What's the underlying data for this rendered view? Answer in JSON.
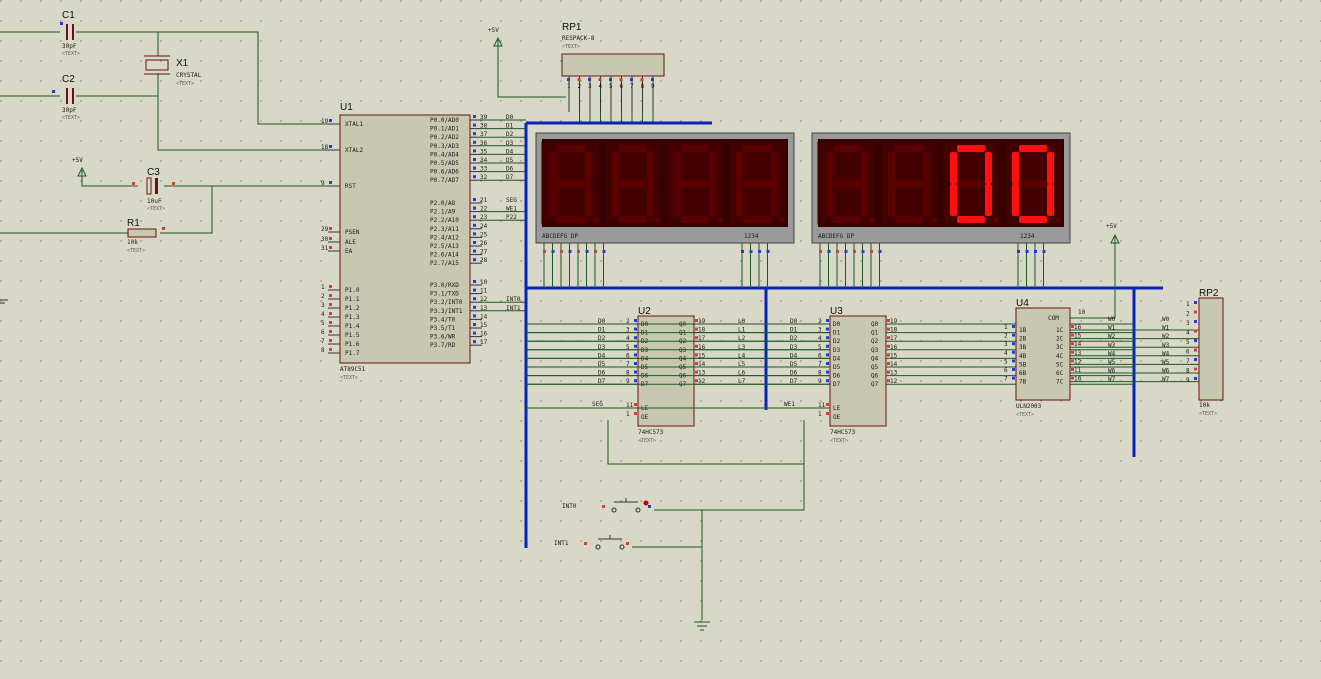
{
  "schematic": {
    "caps": [
      {
        "ref": "C1",
        "val": "30pF"
      },
      {
        "ref": "C2",
        "val": "30pF"
      },
      {
        "ref": "C3",
        "val": "10uF"
      }
    ],
    "crystal": {
      "ref": "X1",
      "val": "CRYSTAL"
    },
    "resistor": {
      "ref": "R1",
      "val": "10k"
    },
    "text_placeholder": "<TEXT>",
    "power_label": "+5V",
    "rp1": {
      "ref": "RP1",
      "val": "RESPACK-8",
      "pins": [
        "1",
        "2",
        "3",
        "4",
        "5",
        "6",
        "7",
        "8",
        "9"
      ]
    },
    "rp2": {
      "ref": "RP2",
      "val": "10k"
    },
    "u1": {
      "ref": "U1",
      "part": "AT89C51",
      "left_pins": [
        {
          "num": "19",
          "name": "XTAL1"
        },
        {
          "num": "18",
          "name": "XTAL2"
        },
        {
          "num": "9",
          "name": "RST"
        },
        {
          "num": "29",
          "name": "PSEN"
        },
        {
          "num": "30",
          "name": "ALE"
        },
        {
          "num": "31",
          "name": "EA"
        },
        {
          "num": "1",
          "name": "P1.0"
        },
        {
          "num": "2",
          "name": "P1.1"
        },
        {
          "num": "3",
          "name": "P1.2"
        },
        {
          "num": "4",
          "name": "P1.3"
        },
        {
          "num": "5",
          "name": "P1.4"
        },
        {
          "num": "6",
          "name": "P1.5"
        },
        {
          "num": "7",
          "name": "P1.6"
        },
        {
          "num": "8",
          "name": "P1.7"
        }
      ],
      "right_pins": [
        {
          "num": "39",
          "name": "P0.0/AD0",
          "net": "D0"
        },
        {
          "num": "38",
          "name": "P0.1/AD1",
          "net": "D1"
        },
        {
          "num": "37",
          "name": "P0.2/AD2",
          "net": "D2"
        },
        {
          "num": "36",
          "name": "P0.3/AD3",
          "net": "D3"
        },
        {
          "num": "35",
          "name": "P0.4/AD4",
          "net": "D4"
        },
        {
          "num": "34",
          "name": "P0.5/AD5",
          "net": "D5"
        },
        {
          "num": "33",
          "name": "P0.6/AD6",
          "net": "D6"
        },
        {
          "num": "32",
          "name": "P0.7/AD7",
          "net": "D7"
        },
        {
          "num": "21",
          "name": "P2.0/A8",
          "net": "SEG"
        },
        {
          "num": "22",
          "name": "P2.1/A9",
          "net": "WE1"
        },
        {
          "num": "23",
          "name": "P2.2/A10",
          "net": "P22"
        },
        {
          "num": "24",
          "name": "P2.3/A11",
          "net": ""
        },
        {
          "num": "25",
          "name": "P2.4/A12",
          "net": ""
        },
        {
          "num": "26",
          "name": "P2.5/A13",
          "net": ""
        },
        {
          "num": "27",
          "name": "P2.6/A14",
          "net": ""
        },
        {
          "num": "28",
          "name": "P2.7/A15",
          "net": ""
        },
        {
          "num": "10",
          "name": "P3.0/RXD",
          "net": ""
        },
        {
          "num": "11",
          "name": "P3.1/TXD",
          "net": ""
        },
        {
          "num": "12",
          "name": "P3.2/INT0",
          "net": "INT0"
        },
        {
          "num": "13",
          "name": "P3.3/INT1",
          "net": "INT1"
        },
        {
          "num": "14",
          "name": "P3.4/T0",
          "net": ""
        },
        {
          "num": "15",
          "name": "P3.5/T1",
          "net": ""
        },
        {
          "num": "16",
          "name": "P3.6/WR",
          "net": ""
        },
        {
          "num": "17",
          "name": "P3.7/RD",
          "net": ""
        }
      ]
    },
    "u2": {
      "ref": "U2",
      "part": "74HC573",
      "le_net": "SEG",
      "outs": [
        "L0",
        "L1",
        "L2",
        "L3",
        "L4",
        "L5",
        "L6",
        "L7"
      ]
    },
    "u3": {
      "ref": "U3",
      "part": "74HC573",
      "le_net": "WE1",
      "outs": [
        "",
        "",
        "",
        "",
        "",
        "",
        "",
        ""
      ]
    },
    "latch_in_pins": [
      "2",
      "3",
      "4",
      "5",
      "6",
      "7",
      "8",
      "9"
    ],
    "latch_out_pins": [
      "19",
      "18",
      "17",
      "16",
      "15",
      "14",
      "13",
      "12"
    ],
    "latch_in_names": [
      "D0",
      "D1",
      "D2",
      "D3",
      "D4",
      "D5",
      "D6",
      "D7"
    ],
    "latch_out_names": [
      "Q0",
      "Q1",
      "Q2",
      "Q3",
      "Q4",
      "Q5",
      "Q6",
      "Q7"
    ],
    "latch_ctrl": [
      {
        "num": "11",
        "name": "LE"
      },
      {
        "num": "1",
        "name": "OE"
      }
    ],
    "u4": {
      "ref": "U4",
      "part": "ULN2003",
      "com": "COM",
      "in_names": [
        "1B",
        "2B",
        "3B",
        "4B",
        "5B",
        "6B",
        "7B"
      ],
      "out_names": [
        "1C",
        "2C",
        "3C",
        "4C",
        "5C",
        "6C",
        "7C"
      ],
      "in_pins": [
        "1",
        "2",
        "3",
        "4",
        "5",
        "6",
        "7"
      ],
      "out_pins": [
        "16",
        "15",
        "14",
        "13",
        "12",
        "11",
        "10"
      ],
      "out_nets": [
        "W0",
        "W1",
        "W2",
        "W3",
        "W4",
        "W5",
        "W6",
        "W7"
      ]
    },
    "displays": [
      {
        "seg_label": "ABCDEFG DP",
        "dig_label": "1234",
        "digits": [
          "8",
          "8",
          "8",
          "8"
        ],
        "lit": [
          false,
          false,
          false,
          false
        ]
      },
      {
        "seg_label": "ABCDEFG DP",
        "dig_label": "1234",
        "digits": [
          "8",
          "8",
          "0",
          "0"
        ],
        "lit": [
          false,
          false,
          true,
          true
        ]
      }
    ],
    "buttons": [
      {
        "net": "INT0"
      },
      {
        "net": "INT1"
      }
    ]
  },
  "colors": {
    "background": "#d8d8c8",
    "wire": "#1d5a1d",
    "bus": "#0b22b8",
    "segment_on": "#ff1010",
    "segment_off": "#5a0000"
  }
}
